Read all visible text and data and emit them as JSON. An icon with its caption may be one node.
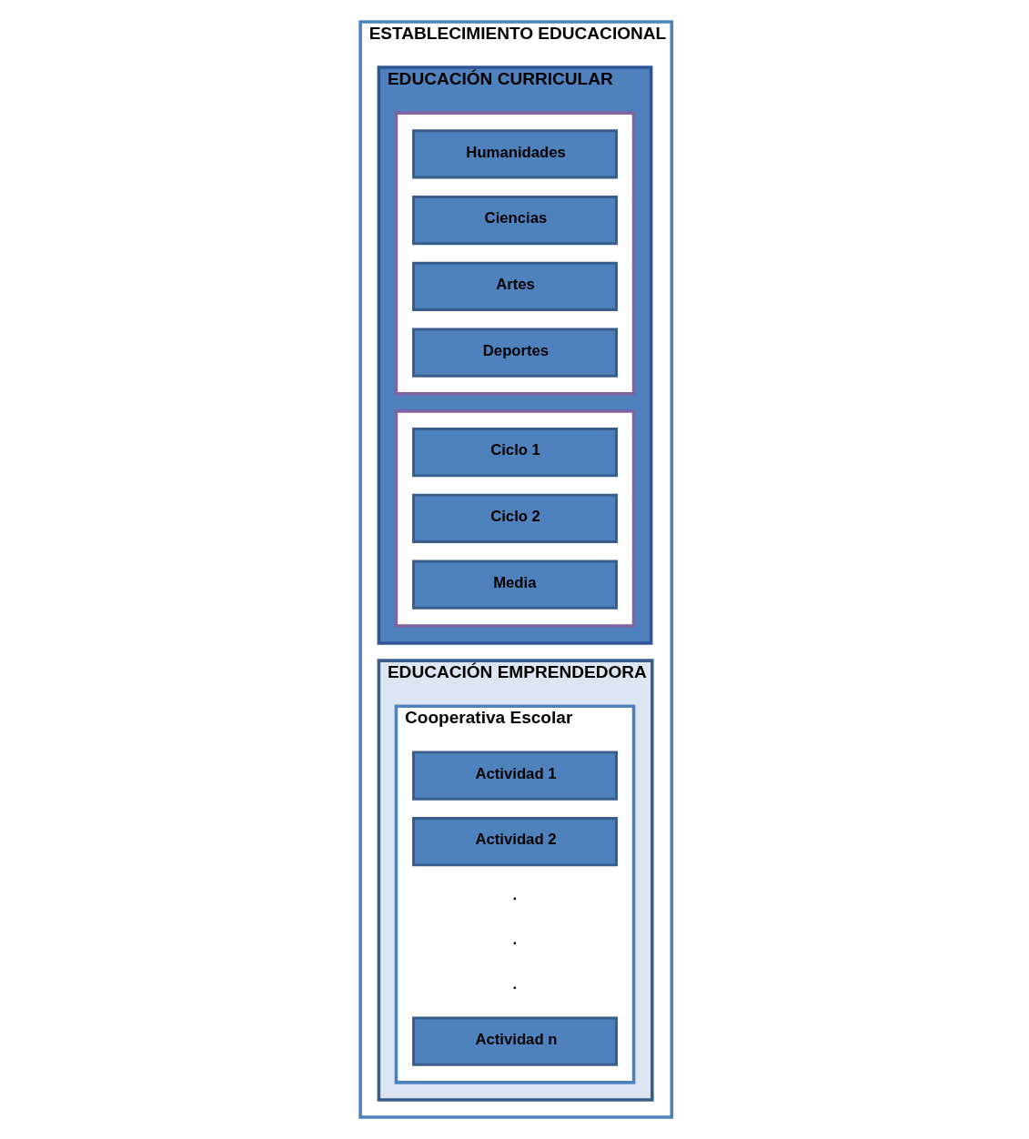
{
  "diagram": {
    "nodes": [
      {
        "text": [
          "ESTABLECIMIENTO EDUCACIONAL"
        ]
      },
      {
        "text": [
          "EDUCACIÓN CURRICULAR"
        ],
        "in": 0
      },
      {
        "text": [
          "EDUCACIÓN EMPRENDEDORA"
        ],
        "in": 0
      },
      {
        "text": [],
        "shape": "box",
        "in": 1
      },
      {
        "text": [
          "Humanidades"
        ],
        "in": 3
      },
      {
        "text": [
          "Ciencias"
        ],
        "in": 3
      },
      {
        "text": [
          "Artes"
        ],
        "in": 3
      },
      {
        "text": [
          "Deportes"
        ],
        "in": 3
      },
      {
        "text": [],
        "shape": "box",
        "in": 1
      },
      {
        "text": [
          "Ciclo 1"
        ],
        "in": 8
      },
      {
        "text": [
          "Ciclo 2"
        ],
        "in": 8
      },
      {
        "text": [
          "Media"
        ],
        "in": 8
      },
      {
        "text": [
          "Cooperativa Escolar"
        ],
        "in": 2
      },
      {
        "text": [
          "Actividad 1"
        ],
        "in": 12
      },
      {
        "text": [
          "Actividad 2"
        ],
        "in": 12
      },
      {
        "text": [
          "Actividad n"
        ],
        "in": 12
      }
    ],
    "labels": [
      ".",
      ".",
      "."
    ]
  }
}
